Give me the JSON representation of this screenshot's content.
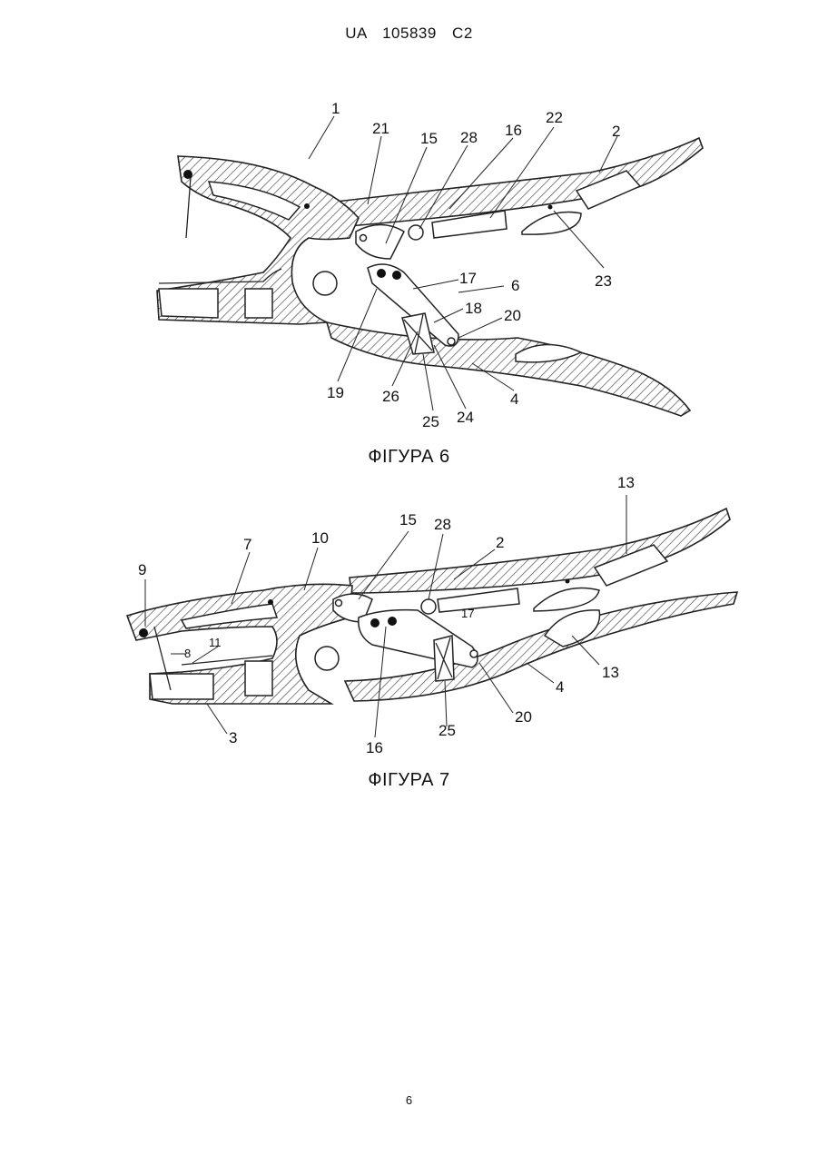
{
  "header": {
    "text": "UA   105839   C2"
  },
  "figure6": {
    "caption": "ФІГУРА 6",
    "labels": {
      "l1": "1",
      "l21": "21",
      "l15": "15",
      "l28": "28",
      "l16": "16",
      "l22": "22",
      "l2": "2",
      "l23": "23",
      "l17": "17",
      "l6": "6",
      "l18": "18",
      "l20": "20",
      "l19": "19",
      "l26": "26",
      "l25": "25",
      "l24": "24",
      "l4": "4"
    }
  },
  "figure7": {
    "caption": "ФІГУРА 7",
    "labels": {
      "l13a": "13",
      "l15": "15",
      "l28": "28",
      "l2": "2",
      "l7": "7",
      "l10": "10",
      "l9": "9",
      "l17": "17",
      "l11": "11",
      "l8": "8",
      "l13b": "13",
      "l4": "4",
      "l3": "3",
      "l20": "20",
      "l25": "25",
      "l16": "16"
    }
  },
  "footer": {
    "page_number": "6"
  }
}
